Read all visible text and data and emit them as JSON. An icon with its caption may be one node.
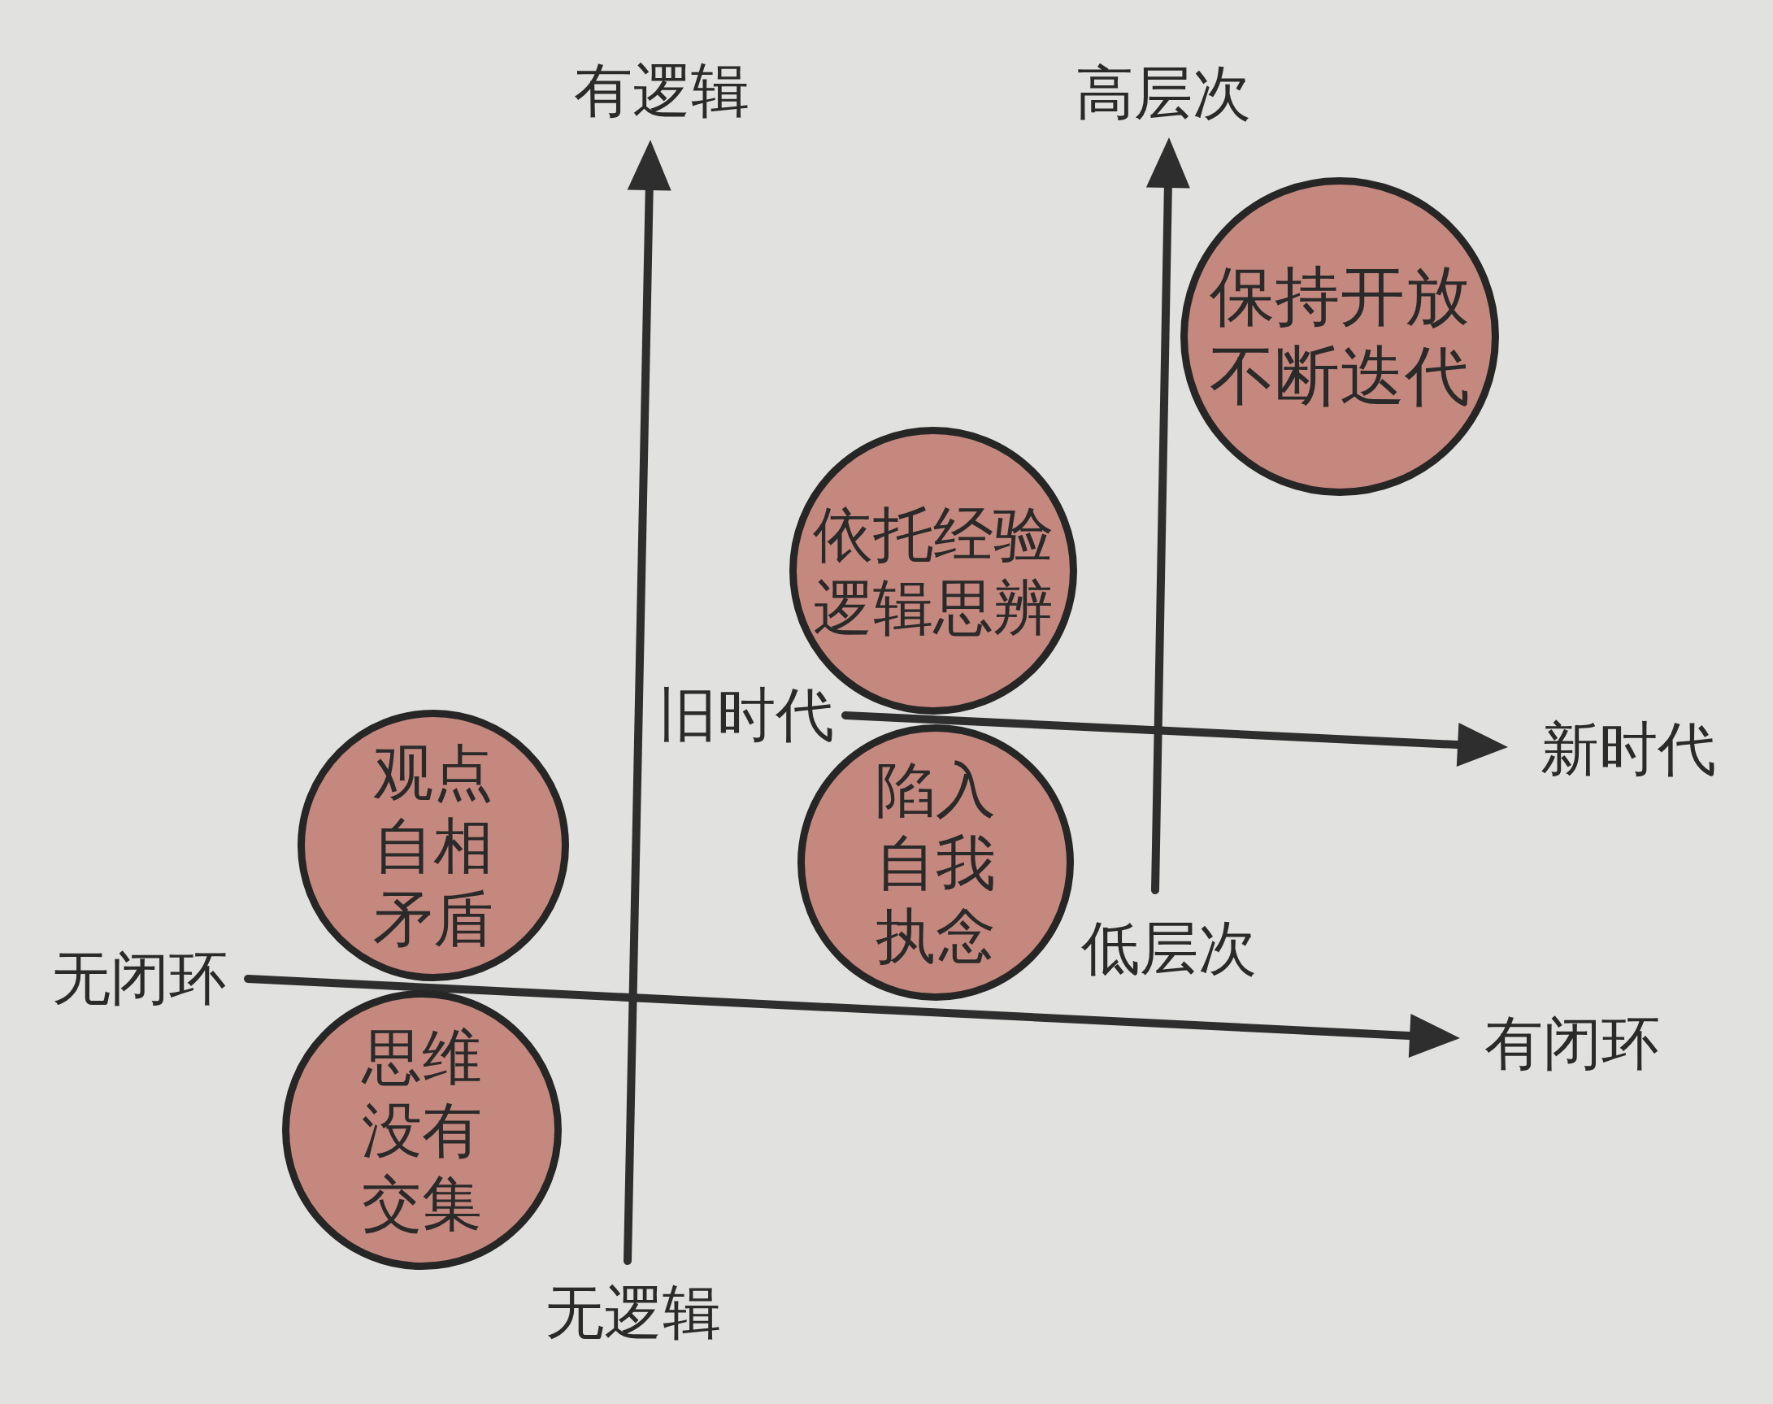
{
  "diagram": {
    "nodes": [
      {
        "text": [
          "保持开放不断迭代"
        ]
      },
      {
        "text": [
          "依托经验逻辑思辨"
        ]
      },
      {
        "text": [
          "观点自相矛盾"
        ]
      },
      {
        "text": [
          "陷入自我执念"
        ]
      },
      {
        "text": [
          "思维没有交集"
        ]
      }
    ],
    "labels": [
      "有逻辑",
      "高层次",
      "旧时代",
      "新时代",
      "低层次",
      "无闭环",
      "有闭环",
      "无逻辑"
    ]
  }
}
